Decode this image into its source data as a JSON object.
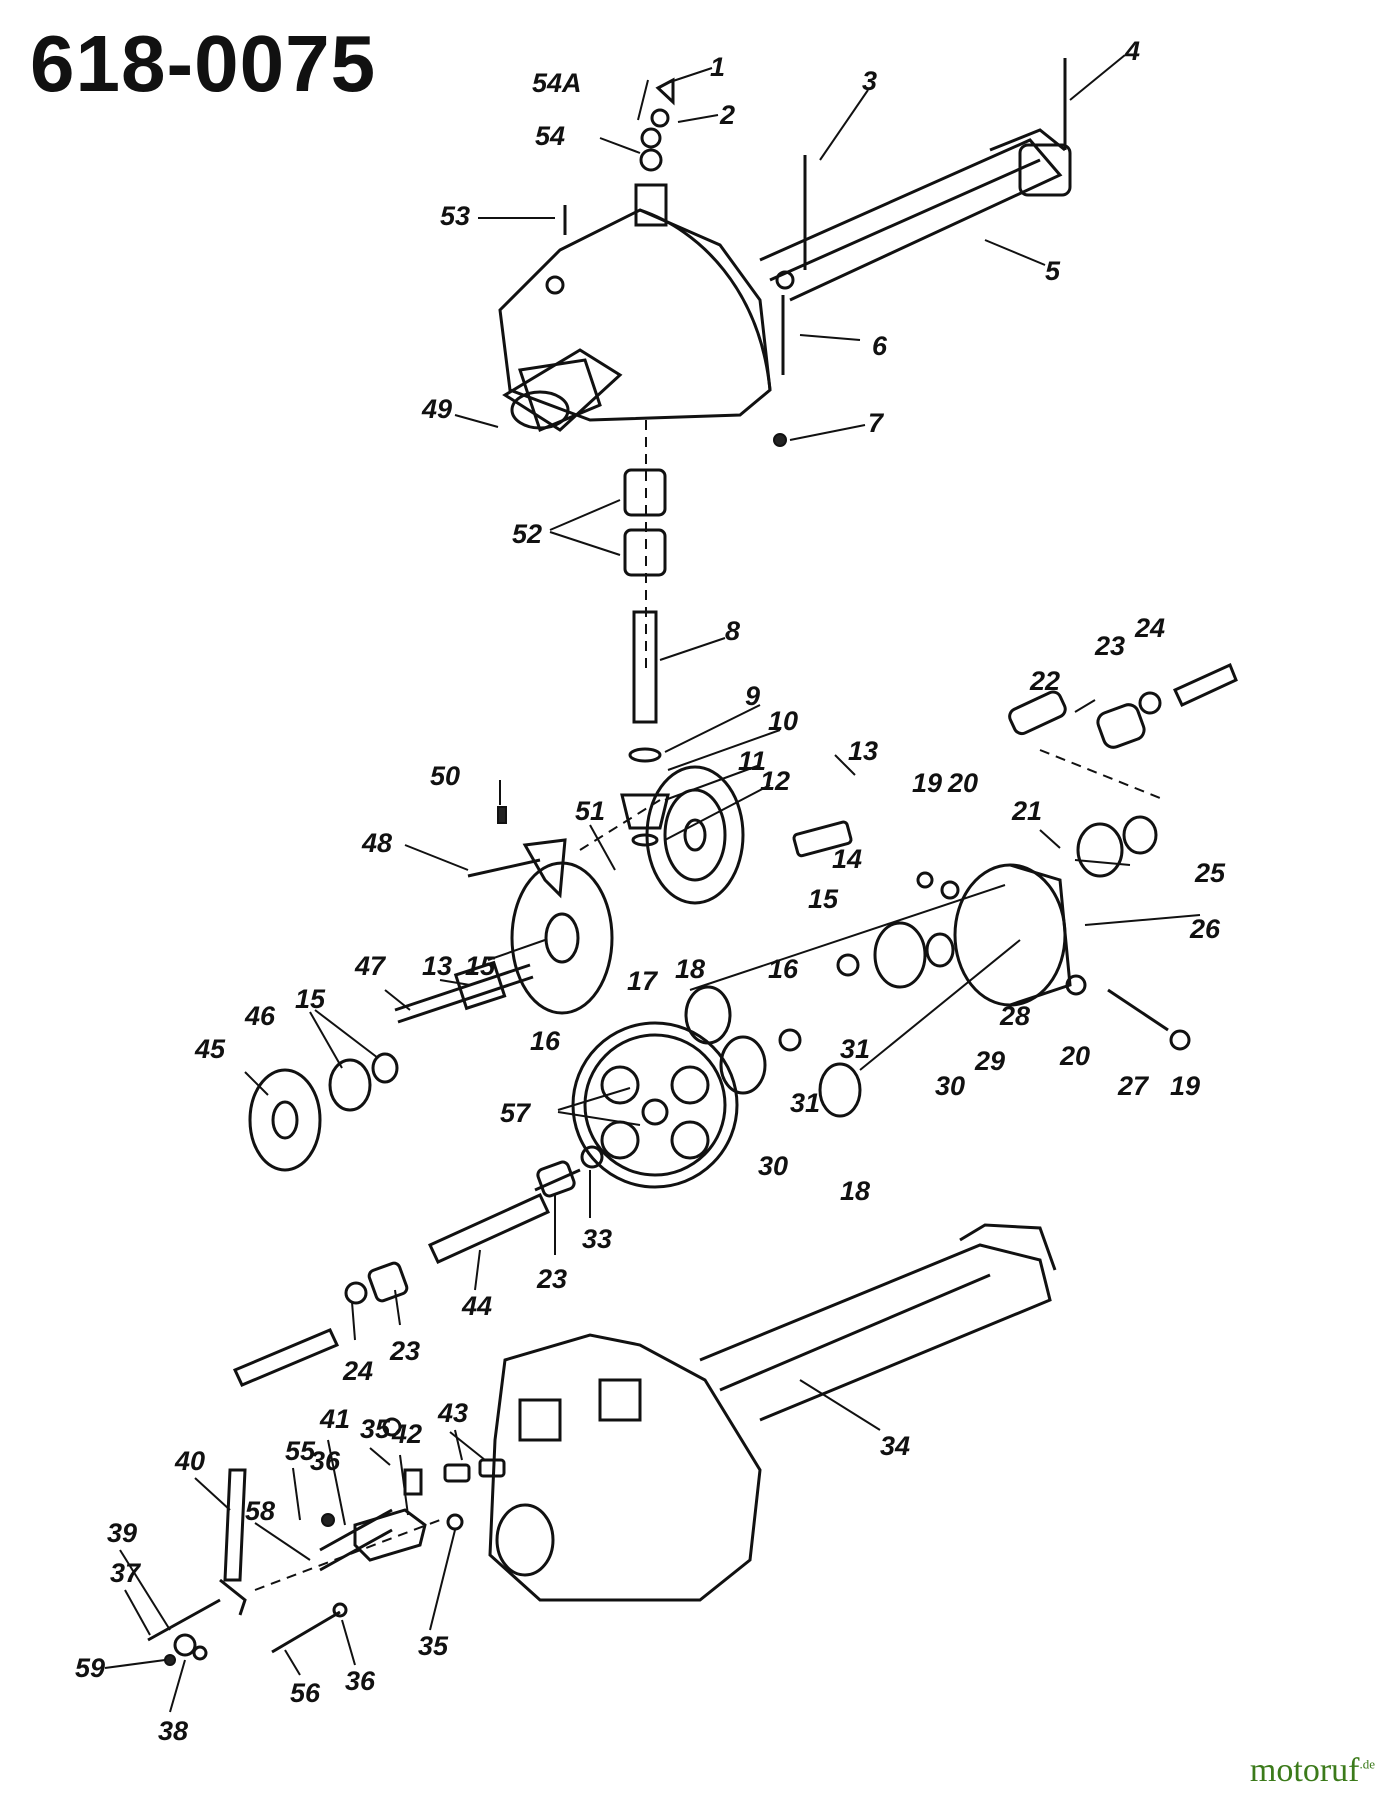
{
  "title": "618-0075",
  "watermark": {
    "name": "motoruf",
    "suffix": ".de"
  },
  "labels": [
    "1",
    "54A",
    "2",
    "54",
    "3",
    "4",
    "53",
    "5",
    "6",
    "7",
    "52",
    "8",
    "9",
    "10",
    "11",
    "12",
    "13",
    "50",
    "49",
    "48",
    "51",
    "14",
    "15",
    "16",
    "17",
    "18",
    "19",
    "20",
    "21",
    "22",
    "23",
    "24",
    "25",
    "26",
    "28",
    "29",
    "30",
    "31",
    "13",
    "15",
    "47",
    "46",
    "15",
    "45",
    "16",
    "57",
    "30",
    "31",
    "18",
    "20",
    "27",
    "19",
    "33",
    "23",
    "44",
    "23",
    "24",
    "34",
    "43",
    "41",
    "35",
    "42",
    "40",
    "55",
    "36",
    "58",
    "39",
    "37",
    "59",
    "38",
    "56",
    "36",
    "35"
  ]
}
